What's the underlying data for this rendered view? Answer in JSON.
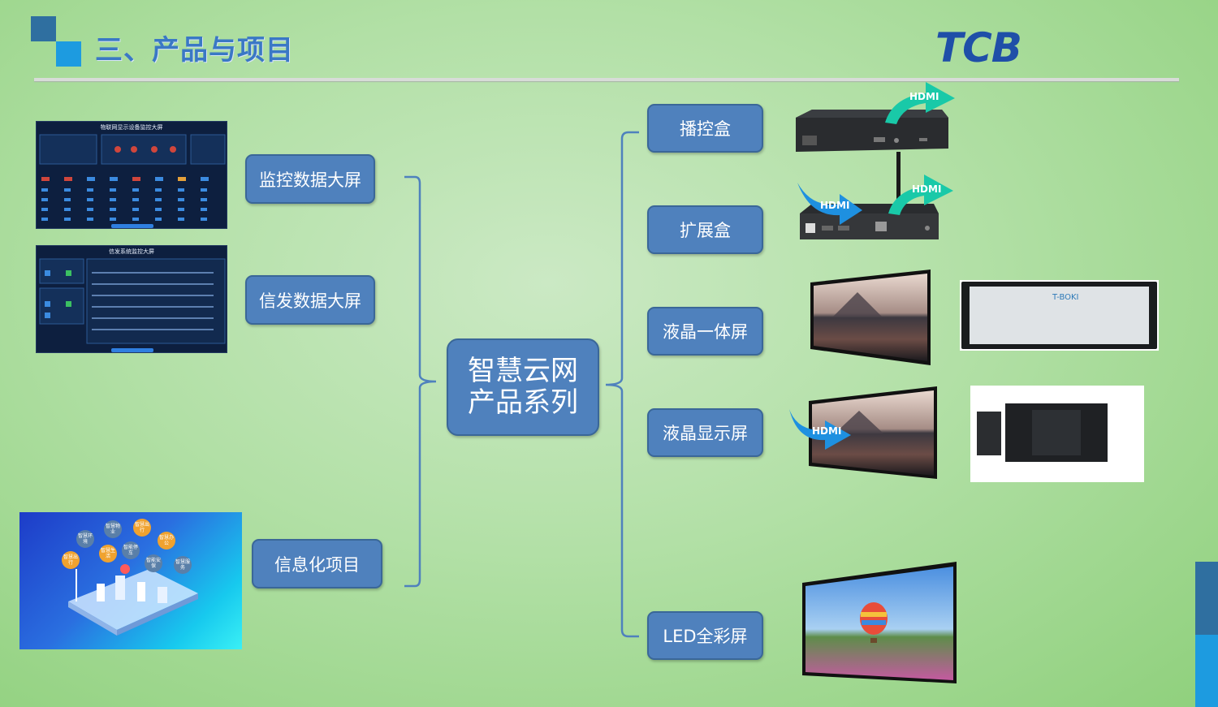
{
  "header": {
    "title": "三、产品与项目",
    "logo_text": "TCB"
  },
  "center": {
    "line1": "智慧云网",
    "line2": "产品系列"
  },
  "left_items": [
    {
      "label": "监控数据大屏"
    },
    {
      "label": "信发数据大屏"
    },
    {
      "label": "信息化项目"
    }
  ],
  "right_items": [
    {
      "label": "播控盒"
    },
    {
      "label": "扩展盒"
    },
    {
      "label": "液晶一体屏"
    },
    {
      "label": "液晶显示屏"
    },
    {
      "label": "LED全彩屏"
    }
  ],
  "thumb_monitor": {
    "title": "物联网显示设备监控大屏"
  },
  "thumb_signage": {
    "title": "信发系统监控大屏"
  },
  "smart_bubbles": [
    "智慧物业",
    "智慧出行",
    "智慧环境",
    "智慧办公",
    "智慧生活",
    "智能停车",
    "智慧出行",
    "智能安保",
    "智慧服务"
  ],
  "hdmi_labels": [
    "HDMI",
    "HDMI",
    "HDMI",
    "HDMI"
  ],
  "brand_label": "T-BOKI",
  "colors": {
    "box_fill": "#4f81bd",
    "title_blue": "#3a78c5",
    "logo_blue": "#1f4fa8",
    "hdmi_arrow": "#19c9a8"
  }
}
